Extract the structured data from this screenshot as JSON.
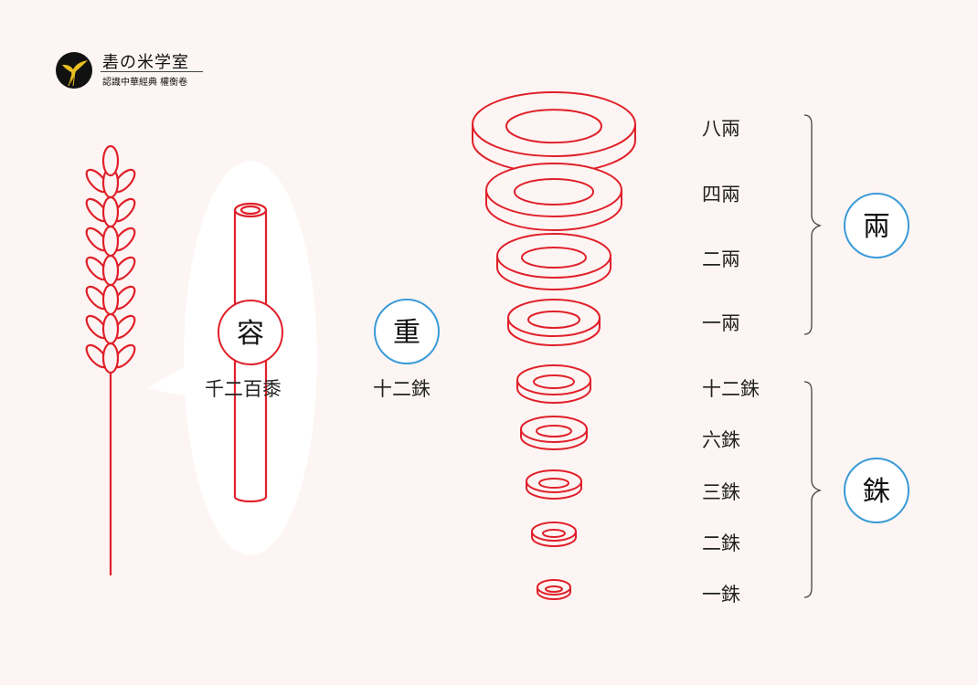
{
  "colors": {
    "background": "#fdf5f3",
    "accent_red": "#e0202a",
    "accent_blue": "#3a9bd8",
    "bubble": "#ffffff",
    "text": "#222222"
  },
  "logo": {
    "title": "砉の米学室",
    "subtitle": "認識中華經典  權衡卷",
    "icon": "bird-emblem-icon"
  },
  "capacity": {
    "badge": "容",
    "label": "千二百黍"
  },
  "weight": {
    "badge": "重",
    "label": "十二銖"
  },
  "liang_weights": [
    "八兩",
    "四兩",
    "二兩",
    "一兩"
  ],
  "zhu_weights": [
    "十二銖",
    "六銖",
    "三銖",
    "二銖",
    "一銖"
  ],
  "groups": {
    "liang": "兩",
    "zhu": "銖"
  }
}
